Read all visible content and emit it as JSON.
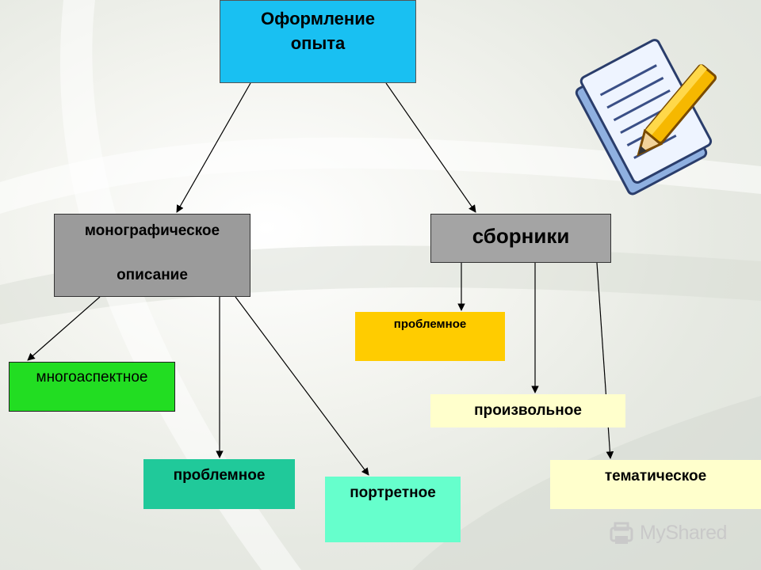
{
  "diagram": {
    "root": {
      "line1": "Оформление",
      "line2": "опыта"
    },
    "monographic": {
      "line1": "монографическое",
      "line2": "описание"
    },
    "collections": {
      "label": "сборники"
    },
    "multi_aspect": {
      "label": "многоаспектное"
    },
    "problem_left": {
      "label": "проблемное"
    },
    "portrait": {
      "label": "портретное"
    },
    "problem_right": {
      "label": "проблемное"
    },
    "arbitrary": {
      "label": "произвольное"
    },
    "thematic": {
      "label": "тематическое"
    }
  },
  "watermark": {
    "text": "MyShared"
  },
  "icons": [
    "document-pencil-icon",
    "watermark-logo-icon"
  ],
  "colors": {
    "root": "#19c0f2",
    "monographic": "#9b9b9b",
    "collections": "#a4a4a4",
    "multi_aspect": "#22dd22",
    "problem_left": "#20c99a",
    "portrait": "#66ffcc",
    "problem_right": "#ffcc00",
    "arbitrary": "#ffffcc",
    "thematic": "#ffffcc"
  }
}
